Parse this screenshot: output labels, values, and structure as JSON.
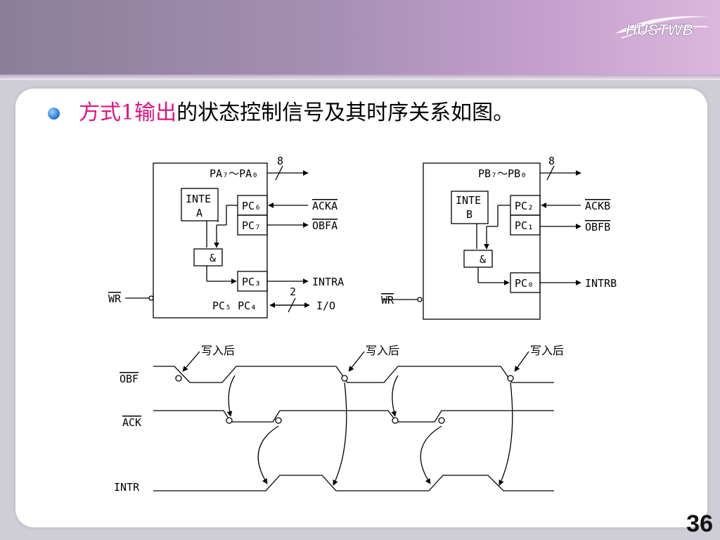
{
  "logo": {
    "text": "HUSTWB"
  },
  "title": {
    "highlight": "方式1输出",
    "rest": "的状态控制信号及其时序关系如图。"
  },
  "page_number": "36",
  "diagram": {
    "port_a": {
      "pa_bus": "PA₇～PA₀",
      "bus_width": "8",
      "inte": "INTE",
      "inte_sub": "A",
      "pc6": "PC₆",
      "pc7": "PC₇",
      "pc3": "PC₃",
      "pc5_pc4": "PC₅ PC₄",
      "ack": "ACKA",
      "obf": "OBFA",
      "intr": "INTRA",
      "io": "I/O",
      "io_width": "2",
      "and_gate": "&",
      "wr": "WR"
    },
    "port_b": {
      "pb_bus": "PB₇～PB₀",
      "bus_width": "8",
      "inte": "INTE",
      "inte_sub": "B",
      "pc2": "PC₂",
      "pc1": "PC₁",
      "pc0": "PC₀",
      "ack": "ACKB",
      "obf": "OBFB",
      "intr": "INTRB",
      "and_gate": "&",
      "wr": "WR"
    },
    "timing": {
      "obf": "OBF",
      "ack": "ACK",
      "intr": "INTR",
      "after_write": "写入后"
    }
  }
}
